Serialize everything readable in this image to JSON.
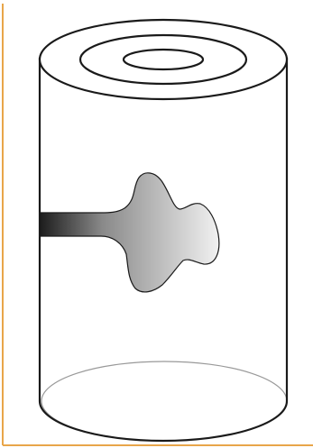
{
  "figure": {
    "colors": {
      "frame": "#e8a64a",
      "outline": "#1a1a1a",
      "bottom_rim": "#999999",
      "branch_dark": "#1c1c1c",
      "branch_light": "#f2f2f2",
      "background": "#ffffff"
    },
    "parts": [
      "cylinder",
      "growth-rings",
      "branch",
      "knot"
    ]
  }
}
